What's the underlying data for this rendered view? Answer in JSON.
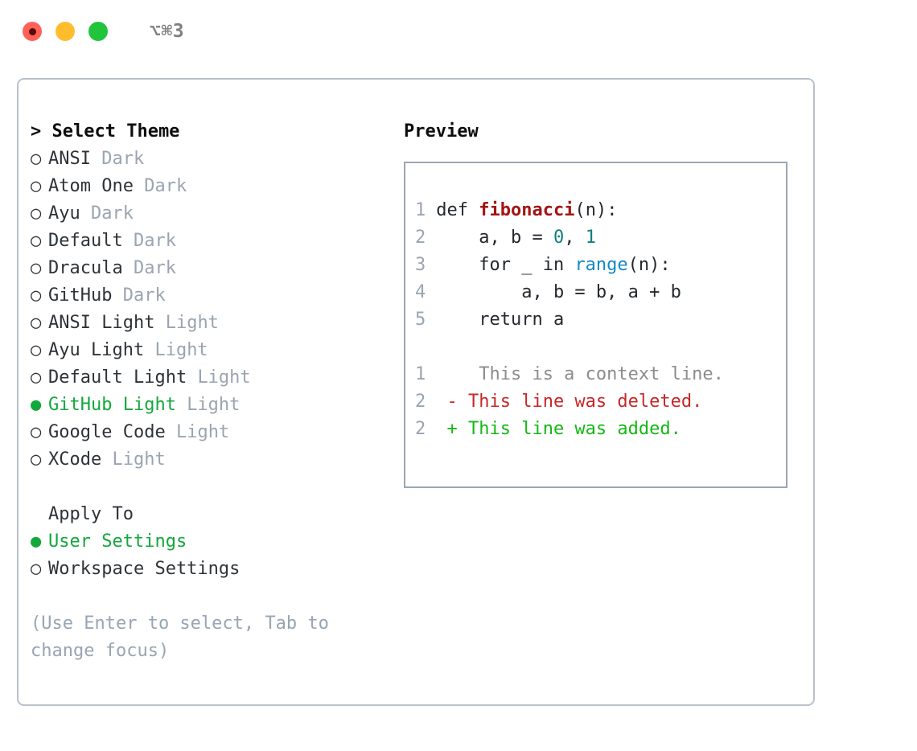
{
  "titlebar": {
    "lights": [
      {
        "name": "close",
        "color": "#ff6159"
      },
      {
        "name": "minimize",
        "color": "#ffbd2e"
      },
      {
        "name": "maximize",
        "color": "#21c53b"
      }
    ],
    "shortcut": "⌥⌘3"
  },
  "theme_panel": {
    "header": "> Select Theme",
    "selected_theme": "GitHub Light",
    "accent_color": "#13a83c",
    "muted_color": "#9aa4b2",
    "options": [
      {
        "bullet": "○",
        "label": "ANSI",
        "tag": "Dark",
        "selected": false
      },
      {
        "bullet": "○",
        "label": "Atom One",
        "tag": "Dark",
        "selected": false
      },
      {
        "bullet": "○",
        "label": "Ayu",
        "tag": "Dark",
        "selected": false
      },
      {
        "bullet": "○",
        "label": "Default",
        "tag": "Dark",
        "selected": false
      },
      {
        "bullet": "○",
        "label": "Dracula",
        "tag": "Dark",
        "selected": false
      },
      {
        "bullet": "○",
        "label": "GitHub",
        "tag": "Dark",
        "selected": false
      },
      {
        "bullet": "○",
        "label": "ANSI Light",
        "tag": "Light",
        "selected": false
      },
      {
        "bullet": "○",
        "label": "Ayu Light",
        "tag": "Light",
        "selected": false
      },
      {
        "bullet": "○",
        "label": "Default Light",
        "tag": "Light",
        "selected": false
      },
      {
        "bullet": "●",
        "label": "GitHub Light",
        "tag": "Light",
        "selected": true
      },
      {
        "bullet": "○",
        "label": "Google Code",
        "tag": "Light",
        "selected": false
      },
      {
        "bullet": "○",
        "label": "XCode",
        "tag": "Light",
        "selected": false
      }
    ]
  },
  "apply_to": {
    "header": "Apply To",
    "options": [
      {
        "bullet": "●",
        "label": "User Settings",
        "selected": true
      },
      {
        "bullet": "○",
        "label": "Workspace Settings",
        "selected": false
      }
    ]
  },
  "hint": "(Use Enter to select, Tab to change focus)",
  "preview": {
    "title": "Preview",
    "code_lines": [
      {
        "num": "1",
        "parts": [
          {
            "text": "def ",
            "style": "plain"
          },
          {
            "text": "fibonacci",
            "style": "fn"
          },
          {
            "text": "(n):",
            "style": "plain"
          }
        ]
      },
      {
        "num": "2",
        "parts": [
          {
            "text": "    a, b = ",
            "style": "plain"
          },
          {
            "text": "0",
            "style": "num"
          },
          {
            "text": ", ",
            "style": "plain"
          },
          {
            "text": "1",
            "style": "num"
          }
        ]
      },
      {
        "num": "3",
        "parts": [
          {
            "text": "    for _ in ",
            "style": "plain"
          },
          {
            "text": "range",
            "style": "call"
          },
          {
            "text": "(n):",
            "style": "plain"
          }
        ]
      },
      {
        "num": "4",
        "parts": [
          {
            "text": "        a, b = b, a + b",
            "style": "plain"
          }
        ]
      },
      {
        "num": "5",
        "parts": [
          {
            "text": "    return a",
            "style": "plain"
          }
        ]
      }
    ],
    "diff_lines": [
      {
        "num": "1",
        "marker": " ",
        "text": "  This is a context line.",
        "kind": "ctx"
      },
      {
        "num": "2",
        "marker": "-",
        "text": " This line was deleted.",
        "kind": "del"
      },
      {
        "num": "2",
        "marker": "+",
        "text": " This line was added.",
        "kind": "add"
      }
    ],
    "colors": {
      "function": "#a31515",
      "number": "#10807e",
      "builtin": "#1389c6",
      "context": "#8c8c8c",
      "deleted": "#c62828",
      "added": "#14b814",
      "line_number": "#9aa4b2"
    }
  }
}
